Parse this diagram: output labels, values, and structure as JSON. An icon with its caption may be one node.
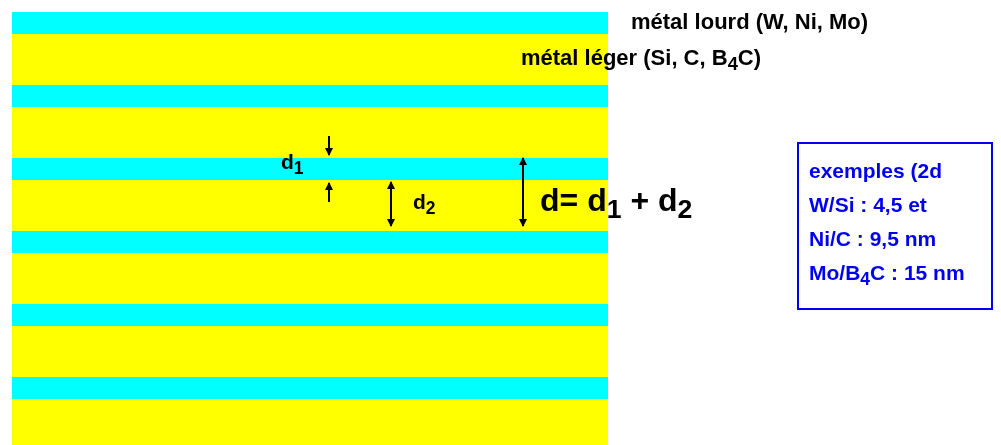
{
  "diagram": {
    "nodes": [
      {
        "text": [
          "exemples (2d",
          "W/Si : 4,5 et",
          "Ni/C  : 9,5 nm",
          "Mo/B$_{4}$C : 15 nm"
        ]
      }
    ],
    "labels": [
      "métal lourd (W, Ni, Mo)",
      "métal léger (Si, C, B$_{4}$C)",
      "d$_{1}$",
      "d$_{2}$",
      "d= d$_{1}$ + d$_{2}$"
    ]
  }
}
